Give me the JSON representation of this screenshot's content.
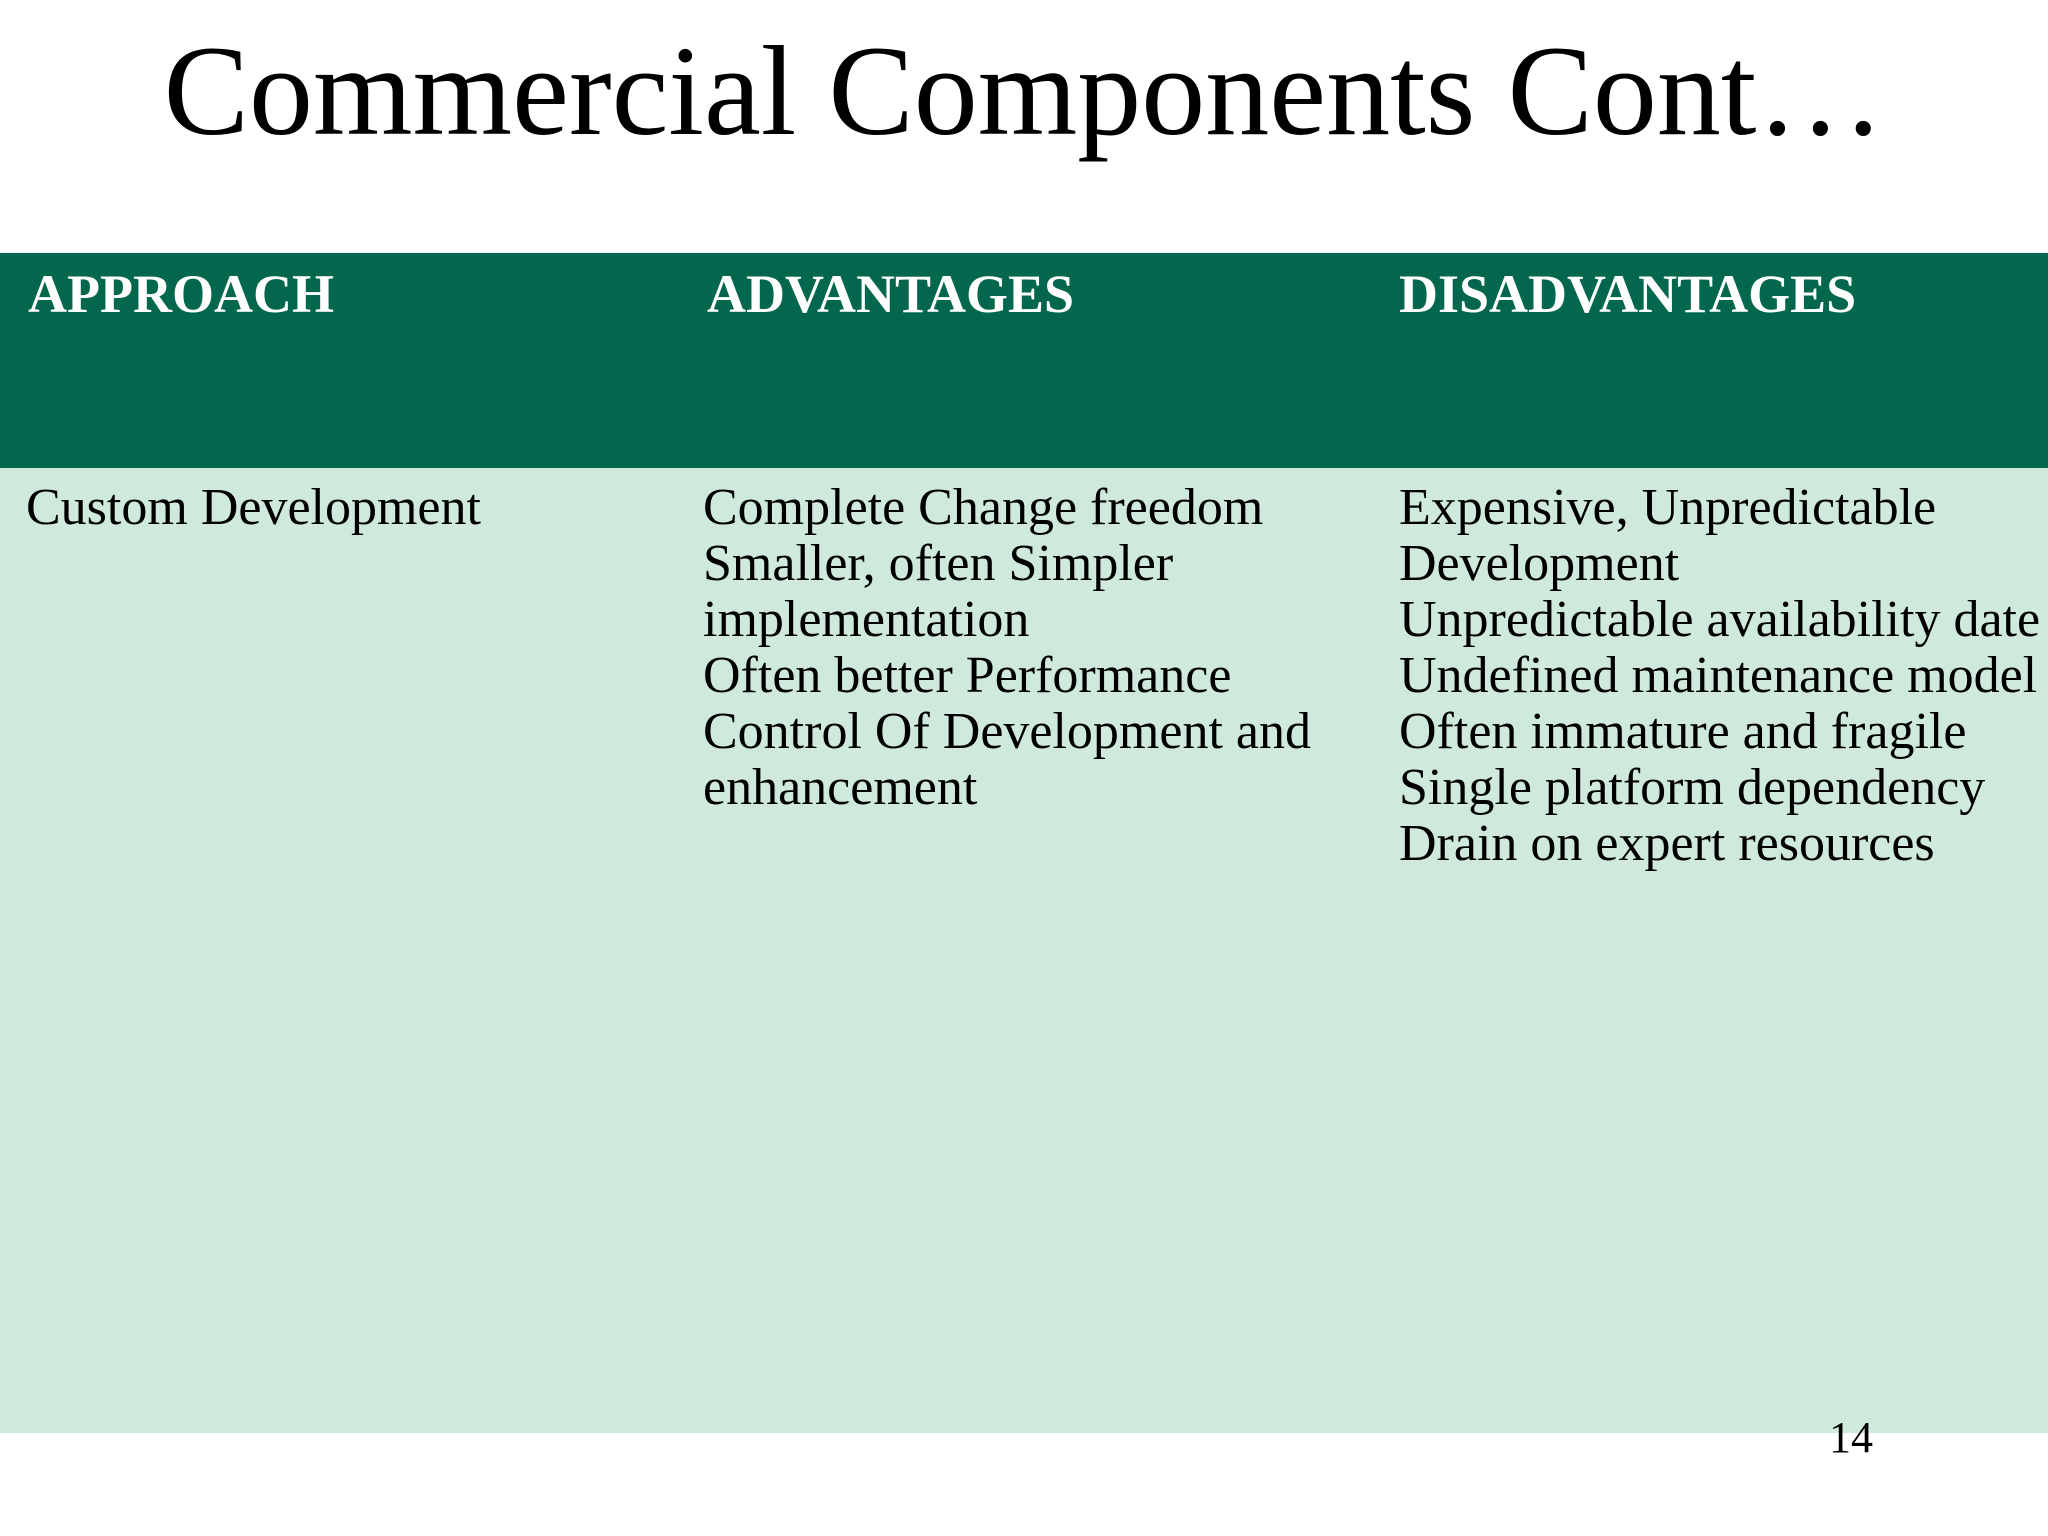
{
  "slide": {
    "title": "Commercial Components Cont…",
    "page_number": "14"
  },
  "table": {
    "headers": [
      "APPROACH",
      "ADVANTAGES",
      "DISADVANTAGES"
    ],
    "rows": [
      {
        "approach": [
          "Custom Development"
        ],
        "advantages": [
          "Complete Change freedom",
          "Smaller, often Simpler",
          "implementation",
          "Often better Performance",
          "Control Of Development and",
          "enhancement"
        ],
        "disadvantages": [
          "Expensive, Unpredictable",
          "Development",
          "Unpredictable availability date",
          "Undefined maintenance model",
          "Often immature and fragile",
          "Single platform dependency",
          "Drain on expert resources"
        ]
      }
    ]
  },
  "colors": {
    "header_bg": "#02674D",
    "row_bg": "#CFE9DD",
    "header_text": "#FFFFFF",
    "body_text": "#000000"
  }
}
